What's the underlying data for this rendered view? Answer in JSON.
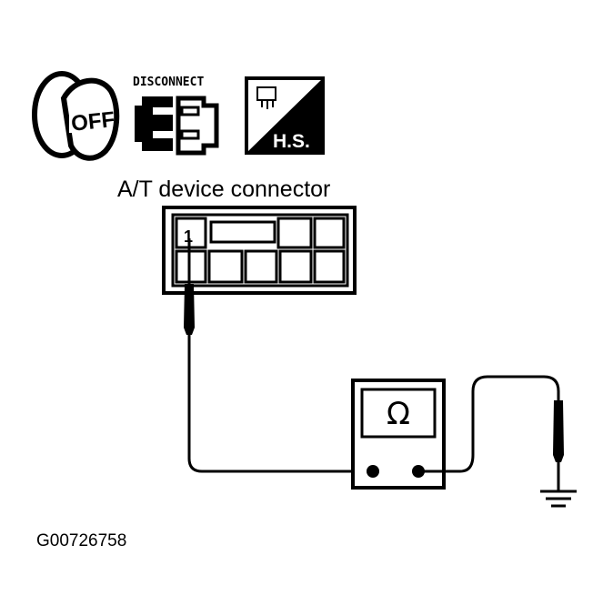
{
  "icons": {
    "ignition": {
      "name": "ignition-key-off-icon",
      "text": "OFF"
    },
    "disconnect": {
      "name": "disconnect-connector-icon",
      "text": "DISCONNECT"
    },
    "harness": {
      "name": "harness-side-icon",
      "text": "H.S."
    }
  },
  "connector": {
    "title": "A/T device connector",
    "terminal_label": "1"
  },
  "meter": {
    "symbol": "Ω"
  },
  "figure_id": "G00726758",
  "colors": {
    "ink": "#000000",
    "paper": "#ffffff"
  }
}
